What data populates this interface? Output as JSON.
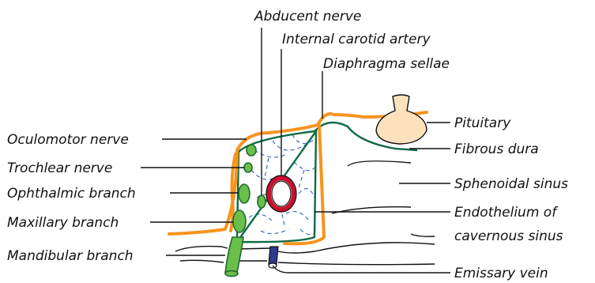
{
  "colors": {
    "dura": "#f7941d",
    "endothelium": "#0e6b45",
    "artery_wall": "#c8102e",
    "nerve_green": "#6abf4b",
    "nerve_outline": "#1e6b2a",
    "emissary_vein": "#2e3a8c",
    "pituitary": "#fce1bd",
    "sinus_lines": "#1d4fb5",
    "line": "#111111"
  },
  "labels": {
    "abducent_nerve": "Abducent nerve",
    "internal_carotid_artery": "Internal carotid artery",
    "diaphragma_sellae": "Diaphragma sellae",
    "oculomotor_nerve": "Oculomotor nerve",
    "trochlear_nerve": "Trochlear nerve",
    "ophthalmic_branch": "Ophthalmic branch",
    "maxillary_branch": "Maxillary branch",
    "mandibular_branch": "Mandibular branch",
    "pituitary": "Pituitary",
    "fibrous_dura": "Fibrous dura",
    "sphenoidal_sinus": "Sphenoidal sinus",
    "endothelium_line1": "Endothelium of",
    "endothelium_line2": "cavernous sinus",
    "emissary_vein": "Emissary vein"
  }
}
